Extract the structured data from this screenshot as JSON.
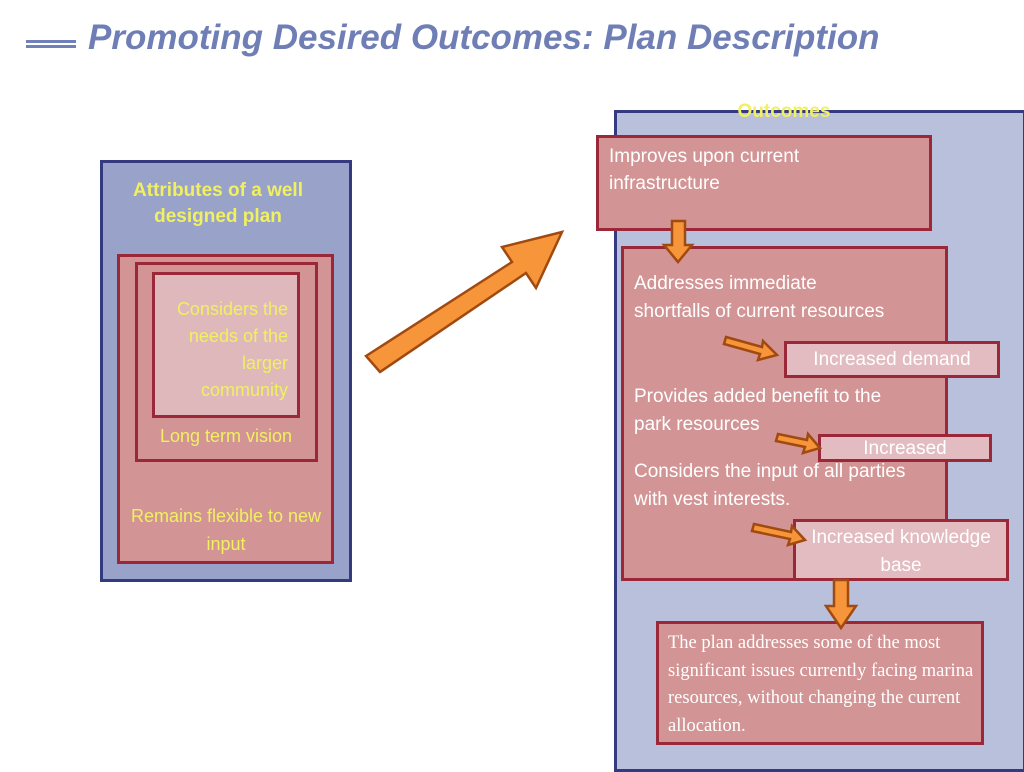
{
  "title": "Promoting Desired Outcomes: Plan Description",
  "left_panel": {
    "heading": "Attributes of a well designed plan",
    "inner_text": "Considers the needs of the larger community",
    "middle_text": "Long term vision",
    "outer_text": "Remains flexible to new input"
  },
  "right_panel": {
    "label": "Outcomes",
    "top_box": "Improves upon current infrastructure",
    "item_1": "Addresses immediate shortfalls of current resources",
    "item_2": "Provides added benefit to the park resources",
    "item_3": "Considers the input of all parties with vest interests.",
    "result_1": "Increased demand",
    "result_2": "Increased",
    "result_3": "Increased knowledge base",
    "conclusion": "The plan addresses some of the most significant issues currently facing  marina resources, without changing the current allocation."
  },
  "colors": {
    "title": "#6f7fb6",
    "panel_border": "#333a80",
    "box_fill": "#d29494",
    "box_border": "#9a2838",
    "highlight_text": "#f0f060",
    "arrow_fill": "#f7953a",
    "arrow_stroke": "#a04a10"
  }
}
